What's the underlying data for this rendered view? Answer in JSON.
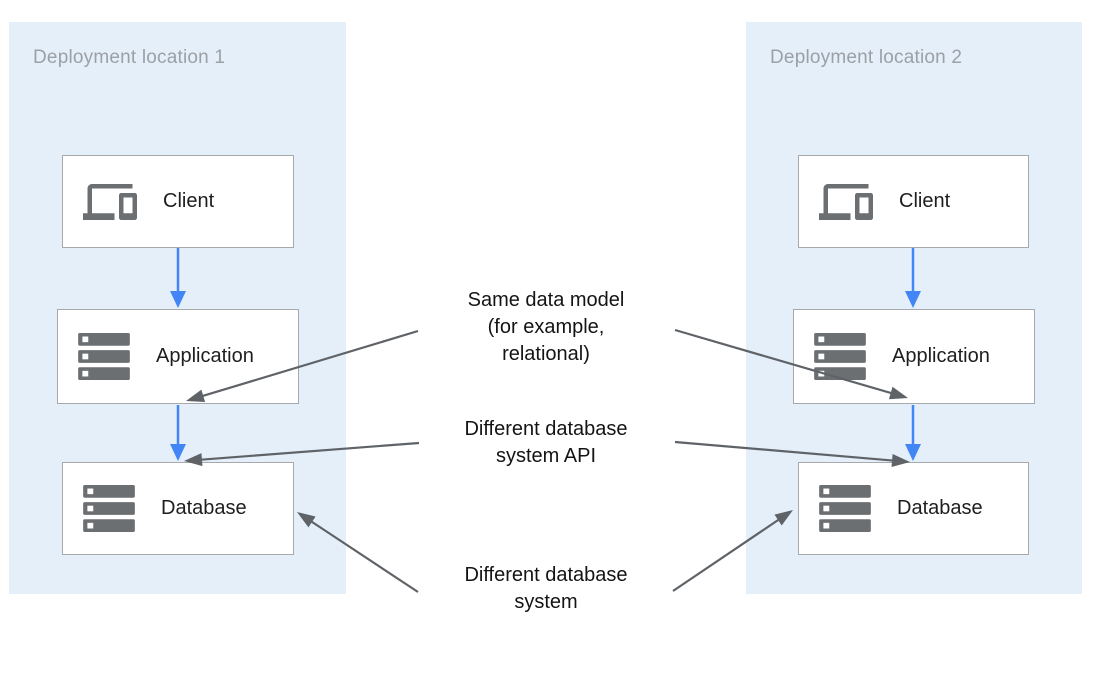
{
  "diagram": {
    "panels": [
      {
        "id": "deployment-location-1",
        "title": "Deployment location 1",
        "nodes": [
          {
            "icon": "devices-icon",
            "label": "Client"
          },
          {
            "icon": "server-stack-icon",
            "label": "Application"
          },
          {
            "icon": "server-stack-icon",
            "label": "Database"
          }
        ]
      },
      {
        "id": "deployment-location-2",
        "title": "Deployment location 2",
        "nodes": [
          {
            "icon": "devices-icon",
            "label": "Client"
          },
          {
            "icon": "server-stack-icon",
            "label": "Application"
          },
          {
            "icon": "server-stack-icon",
            "label": "Database"
          }
        ]
      }
    ],
    "flows": [
      {
        "from": "Client",
        "to": "Application",
        "panels": "both",
        "style": "blue-arrow"
      },
      {
        "from": "Application",
        "to": "Database",
        "panels": "both",
        "style": "blue-arrow"
      }
    ],
    "annotations": [
      {
        "text": "Same data model (for example, relational)",
        "lines": [
          "Same data model",
          "(for example,",
          "relational)"
        ],
        "points_to": [
          "application-1",
          "application-2"
        ]
      },
      {
        "text": "Different database system API",
        "lines": [
          "Different database",
          "system API"
        ],
        "points_to": [
          "database-1",
          "database-2"
        ]
      },
      {
        "text": "Different database system",
        "lines": [
          "Different database",
          "system"
        ],
        "points_to": [
          "database-1",
          "database-2"
        ]
      }
    ],
    "colors": {
      "panel_bg": "#E5EFFA",
      "box_bg": "#FFFFFF",
      "box_border": "#A7A9AC",
      "flow_arrow_blue": "#4285F4",
      "annotation_arrow_gray": "#5F6368",
      "panel_title_gray": "#9AA0A6",
      "icon_gray": "#6C6F72",
      "text_dark": "#1E1E1E"
    }
  }
}
